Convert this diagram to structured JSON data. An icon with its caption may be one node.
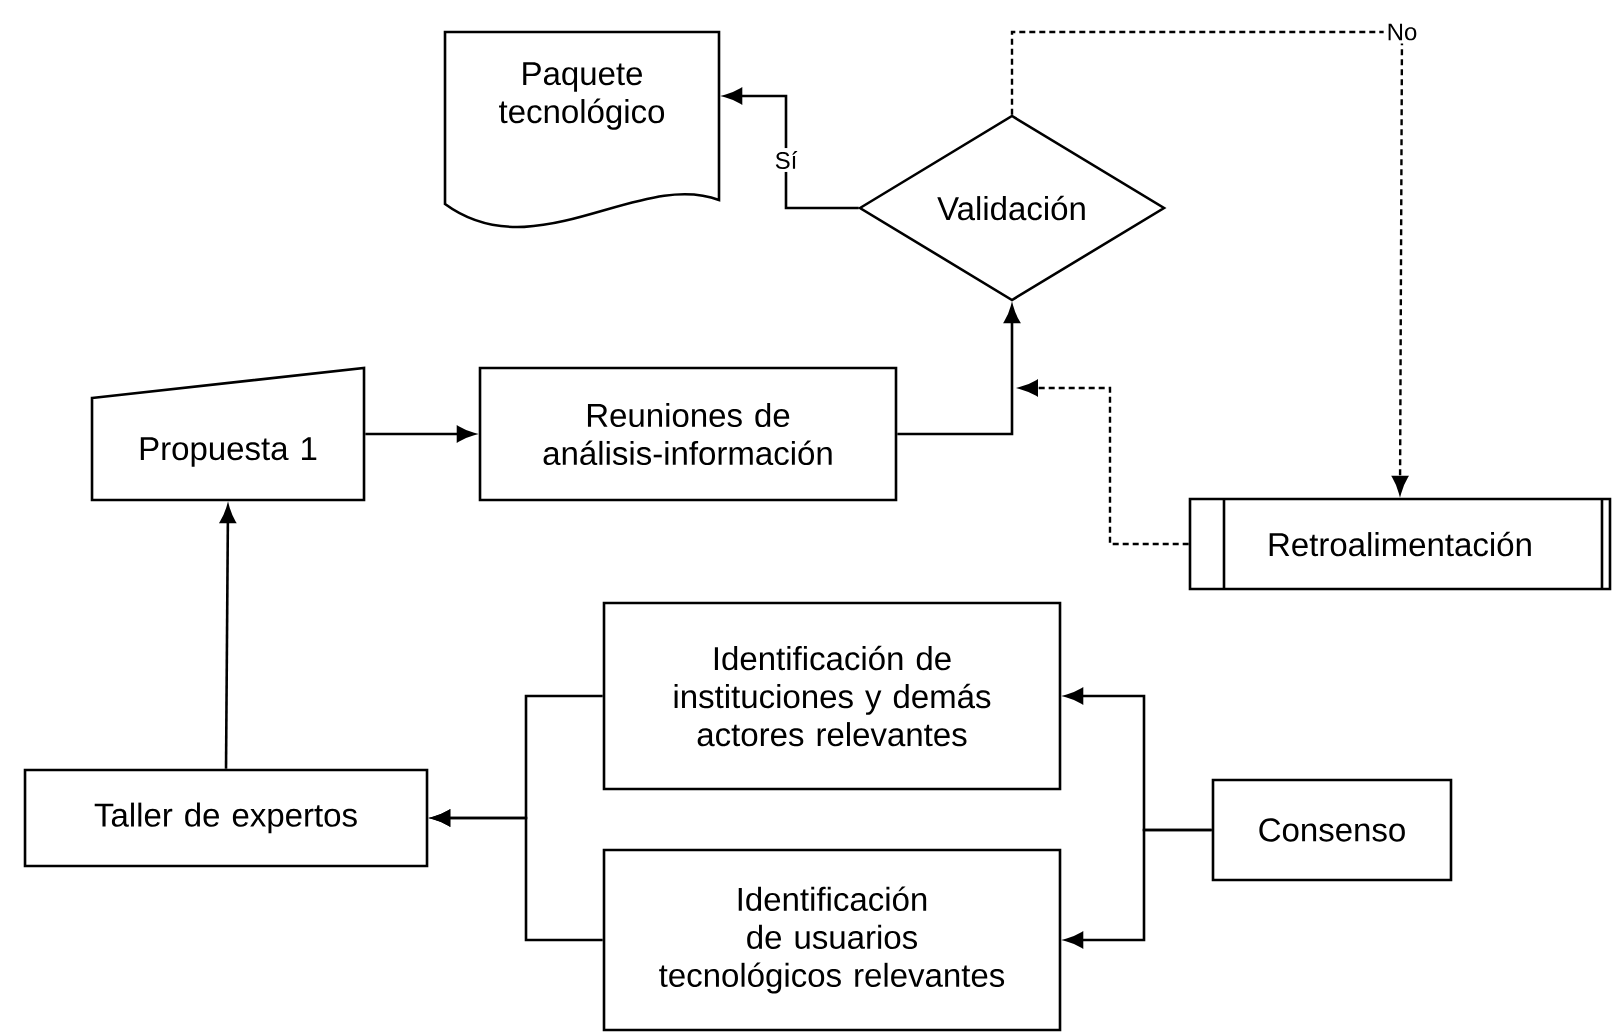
{
  "diagram": {
    "nodes": [
      {
        "text": [
          "Paquete tecnológico"
        ]
      },
      {
        "text": [
          "Validación"
        ]
      },
      {
        "text": [
          "Propuesta 1"
        ]
      },
      {
        "text": [
          "Reuniones de análisis-información"
        ]
      },
      {
        "text": [
          "Retroalimentación"
        ]
      },
      {
        "text": [
          "Identificación de instituciones y demás actores relevantes"
        ]
      },
      {
        "text": [
          "Identificación de usuarios tecnológicos relevantes"
        ]
      },
      {
        "text": [
          "Taller de expertos"
        ]
      },
      {
        "text": [
          "Consenso"
        ]
      }
    ],
    "edges": [
      {
        "from": 1,
        "to": 0,
        "arrow": "to",
        "label": "Sí"
      },
      {
        "from": 1,
        "to": 4,
        "arrow": "to",
        "label": "No",
        "style": "dashed"
      },
      {
        "from": 3,
        "to": 1,
        "arrow": "to"
      },
      {
        "from": 4,
        "to": 1,
        "arrow": "to",
        "style": "dashed"
      },
      {
        "from": 2,
        "to": 3,
        "arrow": "to"
      },
      {
        "from": 7,
        "to": 2,
        "arrow": "to"
      },
      {
        "from": 5,
        "to": 7,
        "arrow": "to"
      },
      {
        "from": 6,
        "to": 7,
        "arrow": "to"
      },
      {
        "from": 8,
        "to": 5,
        "arrow": "to"
      },
      {
        "from": 8,
        "to": 6,
        "arrow": "to"
      }
    ]
  }
}
